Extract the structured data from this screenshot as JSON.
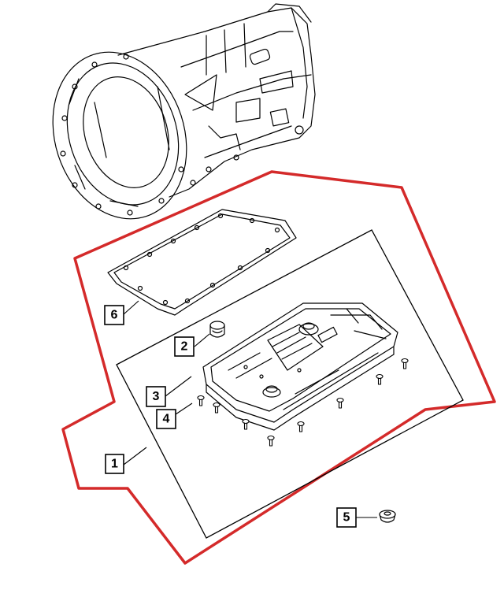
{
  "colors": {
    "highlight": "#d42a2a",
    "ink": "#000000",
    "background": "#ffffff"
  },
  "callouts": [
    {
      "id": "callout-1",
      "label": "1"
    },
    {
      "id": "callout-2",
      "label": "2"
    },
    {
      "id": "callout-3",
      "label": "3"
    },
    {
      "id": "callout-4",
      "label": "4"
    },
    {
      "id": "callout-5",
      "label": "5"
    },
    {
      "id": "callout-6",
      "label": "6"
    }
  ]
}
